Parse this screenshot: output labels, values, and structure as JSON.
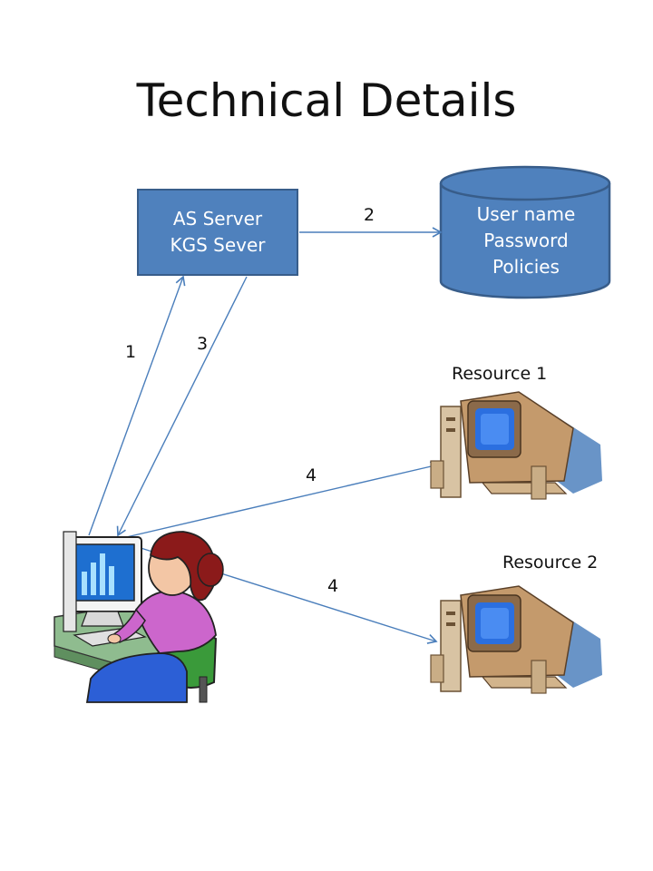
{
  "title": "Technical Details",
  "server": {
    "line1": "AS Server",
    "line2": "KGS Sever"
  },
  "database": {
    "line1": "User  name",
    "line2": "Password",
    "line3": "Policies"
  },
  "steps": {
    "s1": "1",
    "s2": "2",
    "s3": "3",
    "s4a": "4",
    "s4b": "4"
  },
  "resources": {
    "r1": "Resource 1",
    "r2": "Resource 2"
  },
  "colors": {
    "box_fill": "#4f81bd",
    "box_border": "#385d8a",
    "arrow": "#4a7ebb"
  },
  "icons": {
    "user": "woman-at-computer-icon",
    "resource": "desktop-computer-icon"
  }
}
